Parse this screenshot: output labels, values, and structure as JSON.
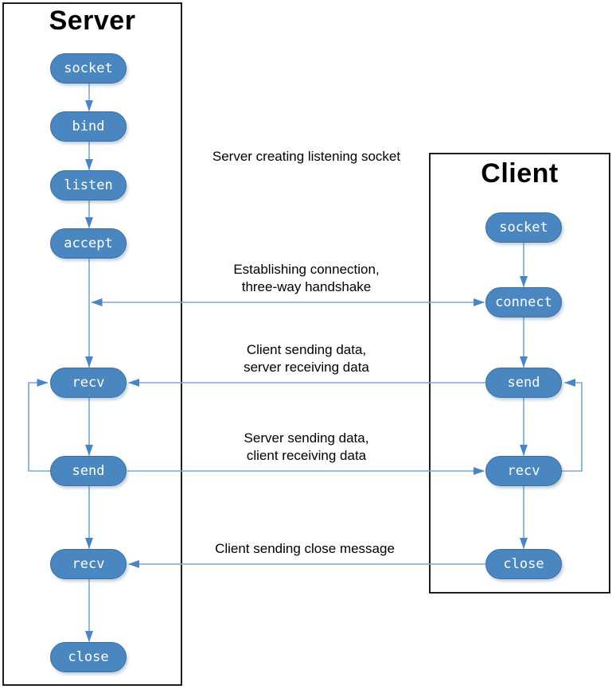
{
  "colors": {
    "node-fill": "#4a87c0",
    "node-border": "#3a6fa5",
    "node-text": "#ffffff",
    "arrow": "#7da7cf",
    "arrowhead": "#4a86c6",
    "box-border": "#1e1e1e",
    "label-text": "#000000",
    "background": "#ffffff"
  },
  "server": {
    "title": "Server",
    "nodes": [
      "socket",
      "bind",
      "listen",
      "accept",
      "recv",
      "send",
      "recv",
      "close"
    ]
  },
  "client": {
    "title": "Client",
    "nodes": [
      "socket",
      "connect",
      "send",
      "recv",
      "close"
    ]
  },
  "annotations": [
    "Server creating listening socket",
    "Establishing connection,\nthree-way handshake",
    "Client sending data,\nserver receiving data",
    "Server sending data,\nclient receiving data",
    "Client sending close message"
  ]
}
